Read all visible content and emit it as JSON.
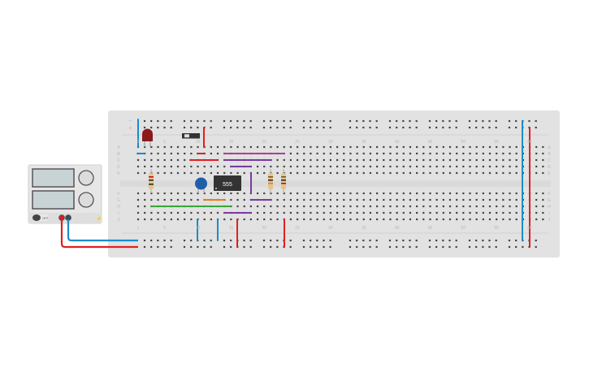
{
  "chip": {
    "label": "555"
  },
  "power_supply": {
    "switch_label": "OFF"
  },
  "breadboard": {
    "rows_top": [
      "A",
      "B",
      "C",
      "D",
      "E"
    ],
    "rows_bottom": [
      "F",
      "G",
      "H",
      "I",
      "J"
    ],
    "column_labels": [
      "1",
      "5",
      "10",
      "15",
      "20",
      "25",
      "30",
      "35",
      "40",
      "45",
      "50",
      "55",
      "60"
    ],
    "rail_minus": "−",
    "rail_plus": "+"
  },
  "colors": {
    "blue": "#1a8ccc",
    "red": "#e0201f",
    "magenta": "#b33c9c",
    "purple": "#7a3aa0",
    "orange": "#e77f12",
    "green": "#3aa63a"
  }
}
